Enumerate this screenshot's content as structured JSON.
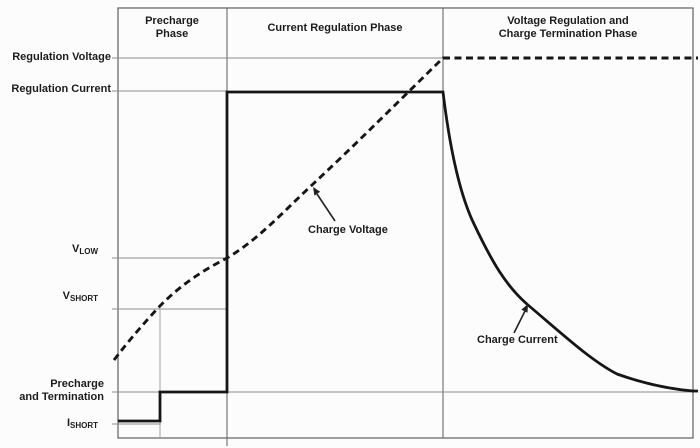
{
  "figure": {
    "phases": [
      {
        "label": "Precharge Phase"
      },
      {
        "label": "Current Regulation Phase"
      },
      {
        "label": "Voltage Regulation and Charge Termination Phase"
      }
    ],
    "axis_labels": {
      "regulation_voltage": "Regulation Voltage",
      "regulation_current": "Regulation Current",
      "v_low_main": "V",
      "v_low_sub": "LOW",
      "v_short_main": "V",
      "v_short_sub": "SHORT",
      "precharge_line1": "Precharge",
      "precharge_line2": "and Termination",
      "i_short_main": "I",
      "i_short_sub": "SHORT"
    },
    "annotations": {
      "charge_voltage": "Charge Voltage",
      "charge_current": "Charge Current"
    },
    "colors": {
      "trace": "#161616",
      "gridline": "#8c8c8c",
      "border": "#5f5f5f",
      "text": "#1c1c1c",
      "background": "#fcfcfc"
    }
  },
  "chart_data": {
    "type": "line",
    "title": "",
    "x_phases": [
      "Precharge Phase",
      "Current Regulation Phase",
      "Voltage Regulation and Charge Termination Phase"
    ],
    "y_reference_levels": [
      "Regulation Voltage",
      "Regulation Current",
      "V_LOW",
      "V_SHORT",
      "Precharge and Termination",
      "I_SHORT"
    ],
    "grid": "horizontal reference lines at each labeled level; vertical dividers at phase boundaries",
    "legend_position": "none (curves labeled with arrows)",
    "series": [
      {
        "name": "Charge Voltage",
        "style": "bold dashed",
        "behavior": "starts below V_SHORT at beginning of Precharge Phase, rises through V_SHORT mid-precharge and reaches V_LOW at the precharge/current-regulation boundary, continues rising through the Current Regulation Phase, reaches Regulation Voltage at the start of the Voltage Regulation and Charge Termination Phase, then holds constant at Regulation Voltage"
      },
      {
        "name": "Charge Current",
        "style": "bold solid",
        "behavior": "starts at I_SHORT, steps up to the Precharge and Termination level when charge voltage passes V_SHORT, steps up to Regulation Current at the start of the Current Regulation Phase, holds at Regulation Current, then decays exponentially toward the Precharge and Termination level during the Voltage Regulation and Charge Termination Phase"
      }
    ]
  }
}
